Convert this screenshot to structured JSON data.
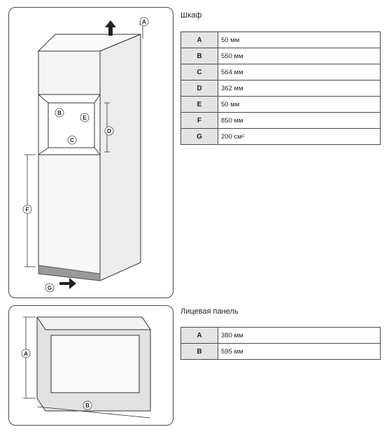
{
  "cabinet": {
    "title": "Шкаф",
    "rows": [
      {
        "key": "A",
        "value": "50 мм"
      },
      {
        "key": "B",
        "value": "550 мм"
      },
      {
        "key": "C",
        "value": "564 мм"
      },
      {
        "key": "D",
        "value": "362 мм"
      },
      {
        "key": "E",
        "value": "50 мм"
      },
      {
        "key": "F",
        "value": "850 мм"
      },
      {
        "key": "G",
        "value": "200 см²"
      }
    ]
  },
  "front_panel": {
    "title": "Лицевая панель",
    "rows": [
      {
        "key": "A",
        "value": "380 мм"
      },
      {
        "key": "B",
        "value": "595 мм"
      }
    ]
  },
  "diagram_labels": {
    "cabinet": {
      "a": "A",
      "b": "B",
      "c": "C",
      "d": "D",
      "e": "E",
      "f": "F",
      "g": "G"
    },
    "panel": {
      "a": "A",
      "b": "B"
    }
  }
}
